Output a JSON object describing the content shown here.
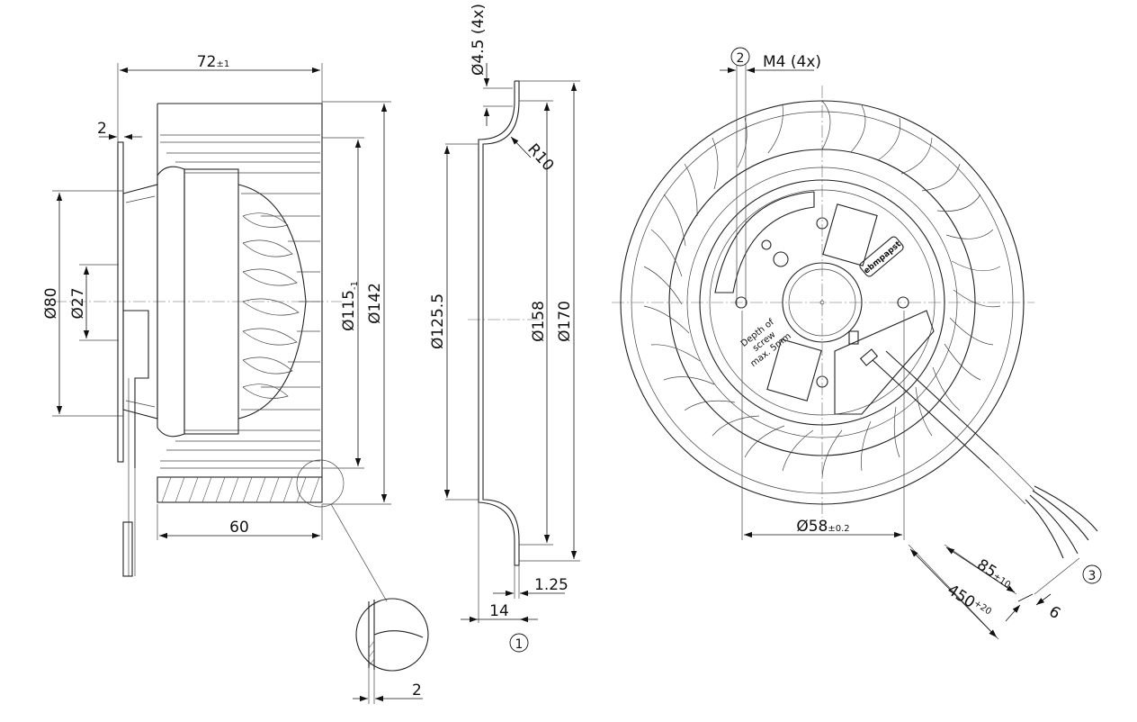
{
  "side_view": {
    "overall_length_value": "72",
    "overall_length_tol": "±1",
    "flange_thickness": "2",
    "dia_80": "Ø80",
    "dia_27": "Ø27",
    "dia_115_value": "Ø115",
    "dia_115_tol": "-1",
    "dia_142": "Ø142",
    "housing_depth": "60"
  },
  "inlet_ring": {
    "hole_dia": "Ø4.5 (4x)",
    "radius": "R10",
    "dia_125_5": "Ø125.5",
    "dia_158": "Ø158",
    "dia_170": "Ø170",
    "sheet_thickness": "1.25",
    "ring_depth": "14",
    "callout_number": "1"
  },
  "detail": {
    "wall_thickness": "2"
  },
  "front_view": {
    "callout_2": "2",
    "thread_label": "M4 (4x)",
    "hub_dia_value": "Ø58",
    "hub_dia_tol": "±0.2",
    "cable_strip_value": "85",
    "cable_strip_tol": "±10",
    "cable_length_value": "450",
    "cable_length_tol": "+20",
    "wire_end": "6",
    "callout_3": "3",
    "label_depth_1": "Depth of",
    "label_depth_2": "screw",
    "label_depth_3": "max. 5mm",
    "brand_mark": "ebmpapst"
  }
}
